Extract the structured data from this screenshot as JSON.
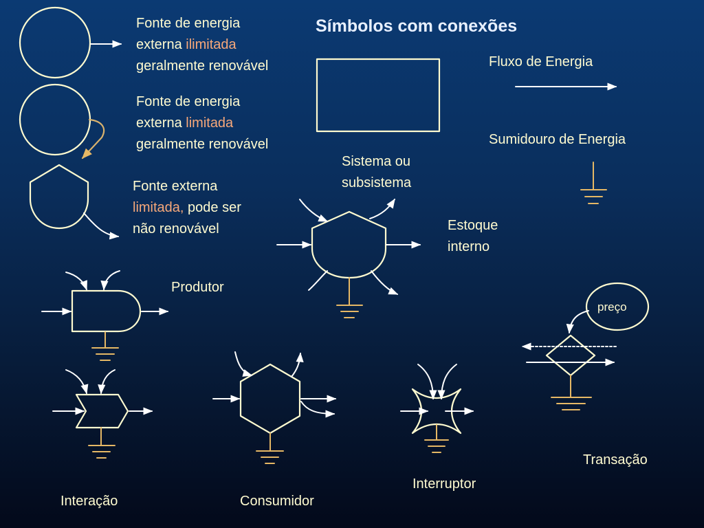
{
  "title": "Símbolos com conexões",
  "source_unlimited": {
    "line1": "Fonte de energia",
    "line2_a": "externa ",
    "line2_b": "ilimitada",
    "line3": "geralmente renovável"
  },
  "source_limited": {
    "line1": "Fonte de energia",
    "line2_a": "externa ",
    "line2_b": "limitada",
    "line3": "geralmente renovável"
  },
  "source_external": {
    "line1": "Fonte externa",
    "line2_a": "limitada,",
    "line2_b": " pode ser",
    "line3": "não renovável"
  },
  "system": {
    "line1": "Sistema ou",
    "line2": "subsistema"
  },
  "energy_flow": "Fluxo de Energia",
  "energy_sink": "Sumidouro de Energia",
  "internal_storage": {
    "line1": "Estoque",
    "line2": "interno"
  },
  "producer": "Produtor",
  "price": "preço",
  "transaction": "Transação",
  "interaction": "Interação",
  "consumer": "Consumidor",
  "switch": "Interruptor",
  "colors": {
    "symbol": "#fffbd0",
    "arrow": "#ffffff",
    "sink": "#e6b865",
    "highlight": "#f7a87a"
  }
}
